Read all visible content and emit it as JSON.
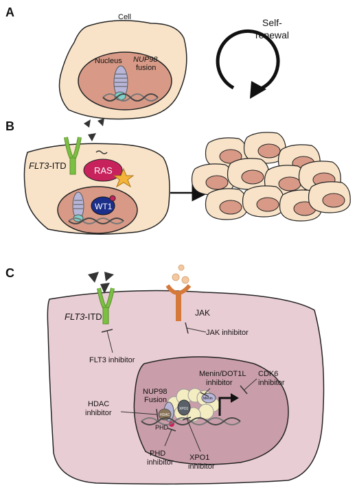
{
  "panels": {
    "a": {
      "letter": "A",
      "cell": "Cell",
      "nucleus": "Nucleus",
      "fusion_gene": "NUP98",
      "fusion_word": "fusion",
      "self_renewal_1": "Self-",
      "self_renewal_2": "renewal"
    },
    "b": {
      "letter": "B",
      "flt3_gene": "FLT3",
      "flt3_suffix": "-ITD",
      "ras": "RAS",
      "wt1": "WT1"
    },
    "c": {
      "letter": "C",
      "flt3_gene": "FLT3",
      "flt3_suffix": "-ITD",
      "jak": "JAK",
      "jak_inhibitor": "JAK inhibitor",
      "flt3_inhibitor": "FLT3 inhibitor",
      "menin_dot1l_1": "Menin/DOT1L",
      "menin_dot1l_2": "inhibitor",
      "cdk6_1": "CDK6",
      "cdk6_2": "inhibitor",
      "nup98_1": "NUP98",
      "nup98_2": "Fusion",
      "hdac_1": "HDAC",
      "hdac_2": "inhibitor",
      "phd": "PHD",
      "phd_inh_1": "PHD",
      "phd_inh_2": "inhibitor",
      "xpo1_1": "XPO1",
      "xpo1_2": "inhibitor",
      "hdac_tag": "HDAC",
      "xpo1_tag": "XPO1",
      "menin_tag": "Menin"
    }
  },
  "colors": {
    "cell_fill": "#f8e3c8",
    "nucleus_fill": "#d89a87",
    "big_cell_fill": "#e9cdd5",
    "big_nucleus_fill": "#c99eaa",
    "receptor_green": "#7bc043",
    "jak_orange": "#d5793a",
    "ras_pink": "#c8225c",
    "wt1_blue": "#1b2f8a",
    "star_yellow": "#f4b43a",
    "ligand": "#333333",
    "jak_ligand": "#f3c9a0"
  }
}
